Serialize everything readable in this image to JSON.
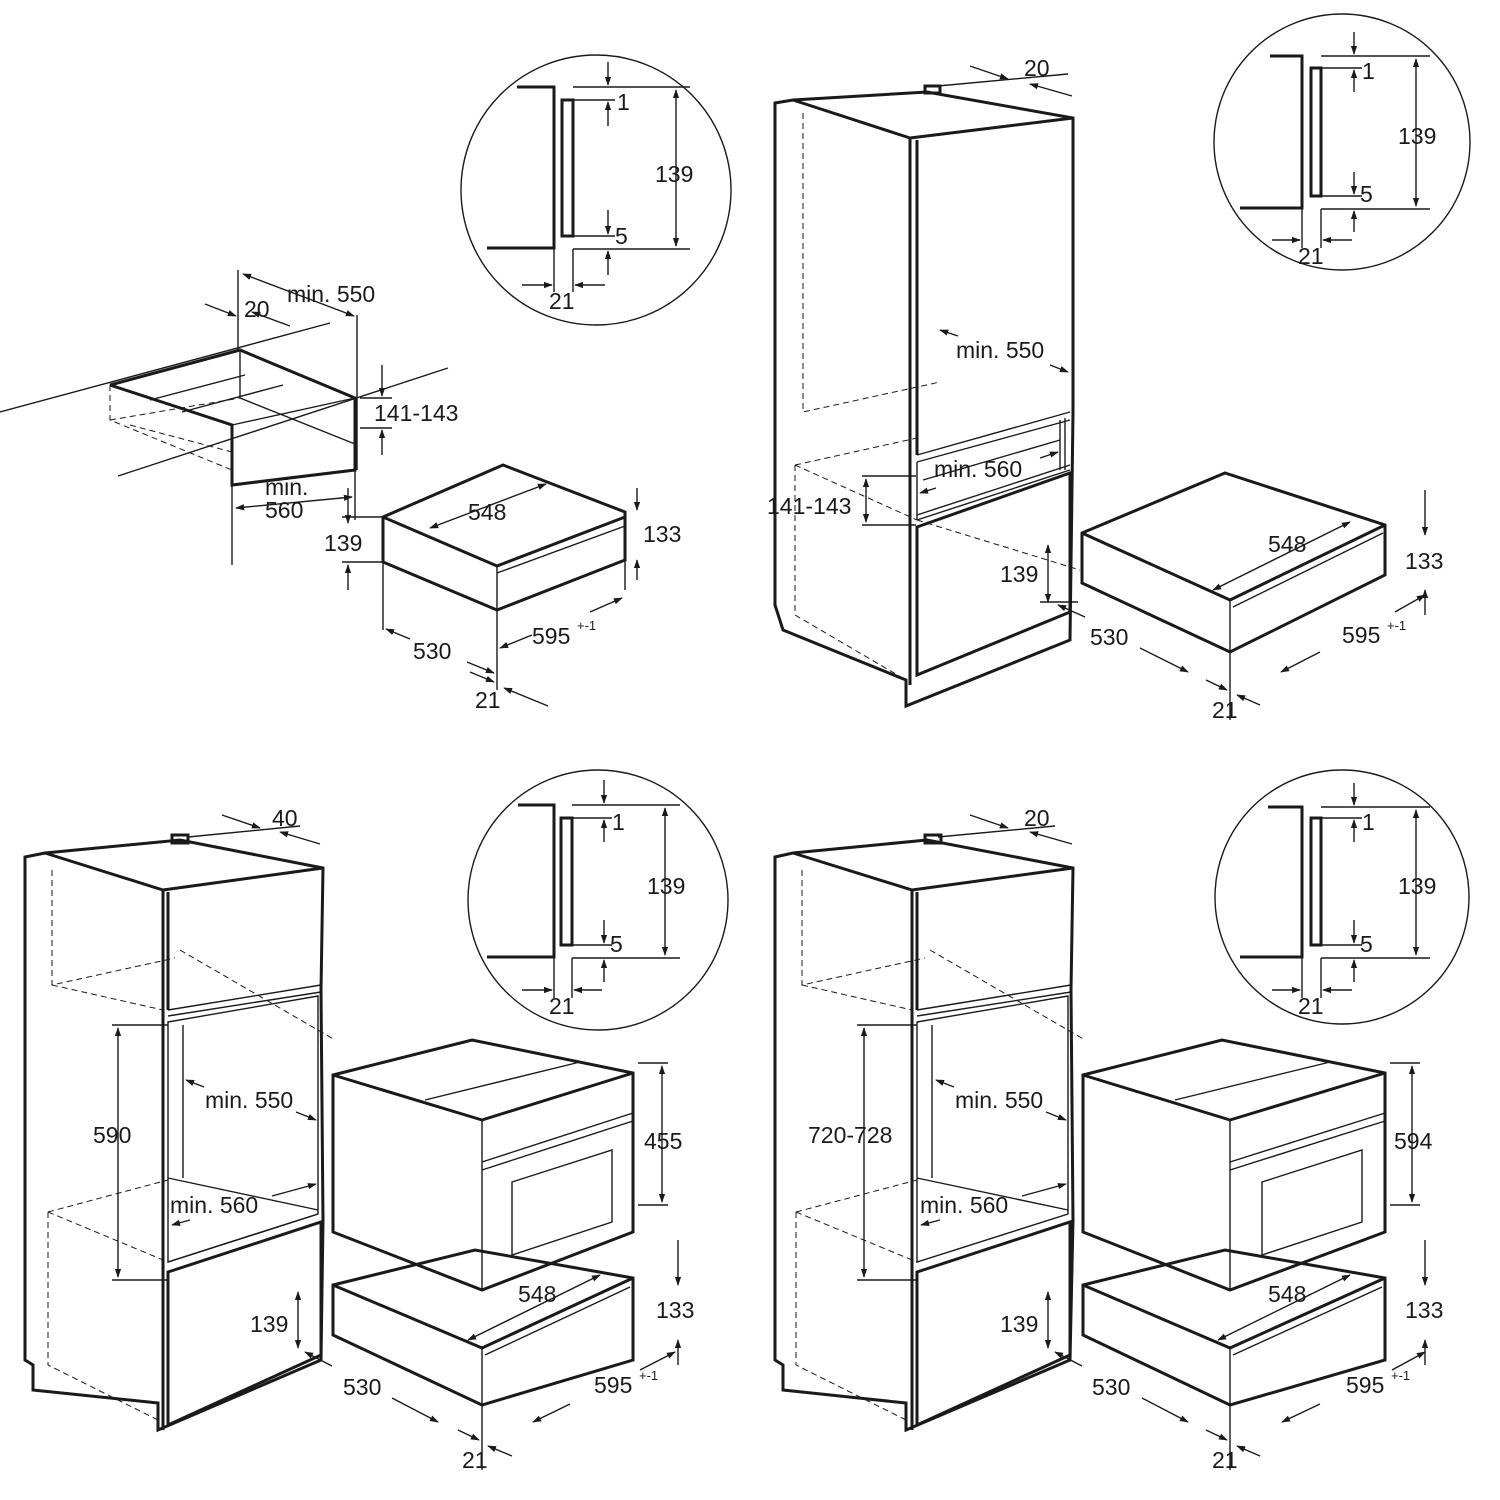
{
  "panels": [
    {
      "label_min550": "min. 550",
      "label_20": "20",
      "label_141_143": "141-143",
      "label_min": "min.",
      "label_560": "560",
      "label_548": "548",
      "label_139": "139",
      "label_133": "133",
      "label_530": "530",
      "label_595": "595",
      "label_tol": "+-1",
      "label_21": "21"
    },
    {
      "label_20": "20",
      "label_min550": "min. 550",
      "label_min560": "min. 560",
      "label_141_143": "141-143",
      "label_548": "548",
      "label_139": "139",
      "label_133": "133",
      "label_530": "530",
      "label_595": "595",
      "label_tol": "+-1",
      "label_21": "21"
    },
    {
      "label_40": "40",
      "label_590": "590",
      "label_min550": "min. 550",
      "label_min560": "min. 560",
      "label_455": "455",
      "label_548": "548",
      "label_139": "139",
      "label_133": "133",
      "label_530": "530",
      "label_595": "595",
      "label_tol": "+-1",
      "label_21": "21"
    },
    {
      "label_20": "20",
      "label_720_728": "720-728",
      "label_min550": "min. 550",
      "label_min560": "min. 560",
      "label_594": "594",
      "label_548": "548",
      "label_139": "139",
      "label_133": "133",
      "label_530": "530",
      "label_595": "595",
      "label_tol": "+-1",
      "label_21": "21"
    }
  ],
  "details": [
    {
      "label_1": "1",
      "label_139": "139",
      "label_5": "5",
      "label_21": "21"
    },
    {
      "label_1": "1",
      "label_139": "139",
      "label_5": "5",
      "label_21": "21"
    },
    {
      "label_1": "1",
      "label_139": "139",
      "label_5": "5",
      "label_21": "21"
    },
    {
      "label_1": "1",
      "label_139": "139",
      "label_5": "5",
      "label_21": "21"
    }
  ]
}
